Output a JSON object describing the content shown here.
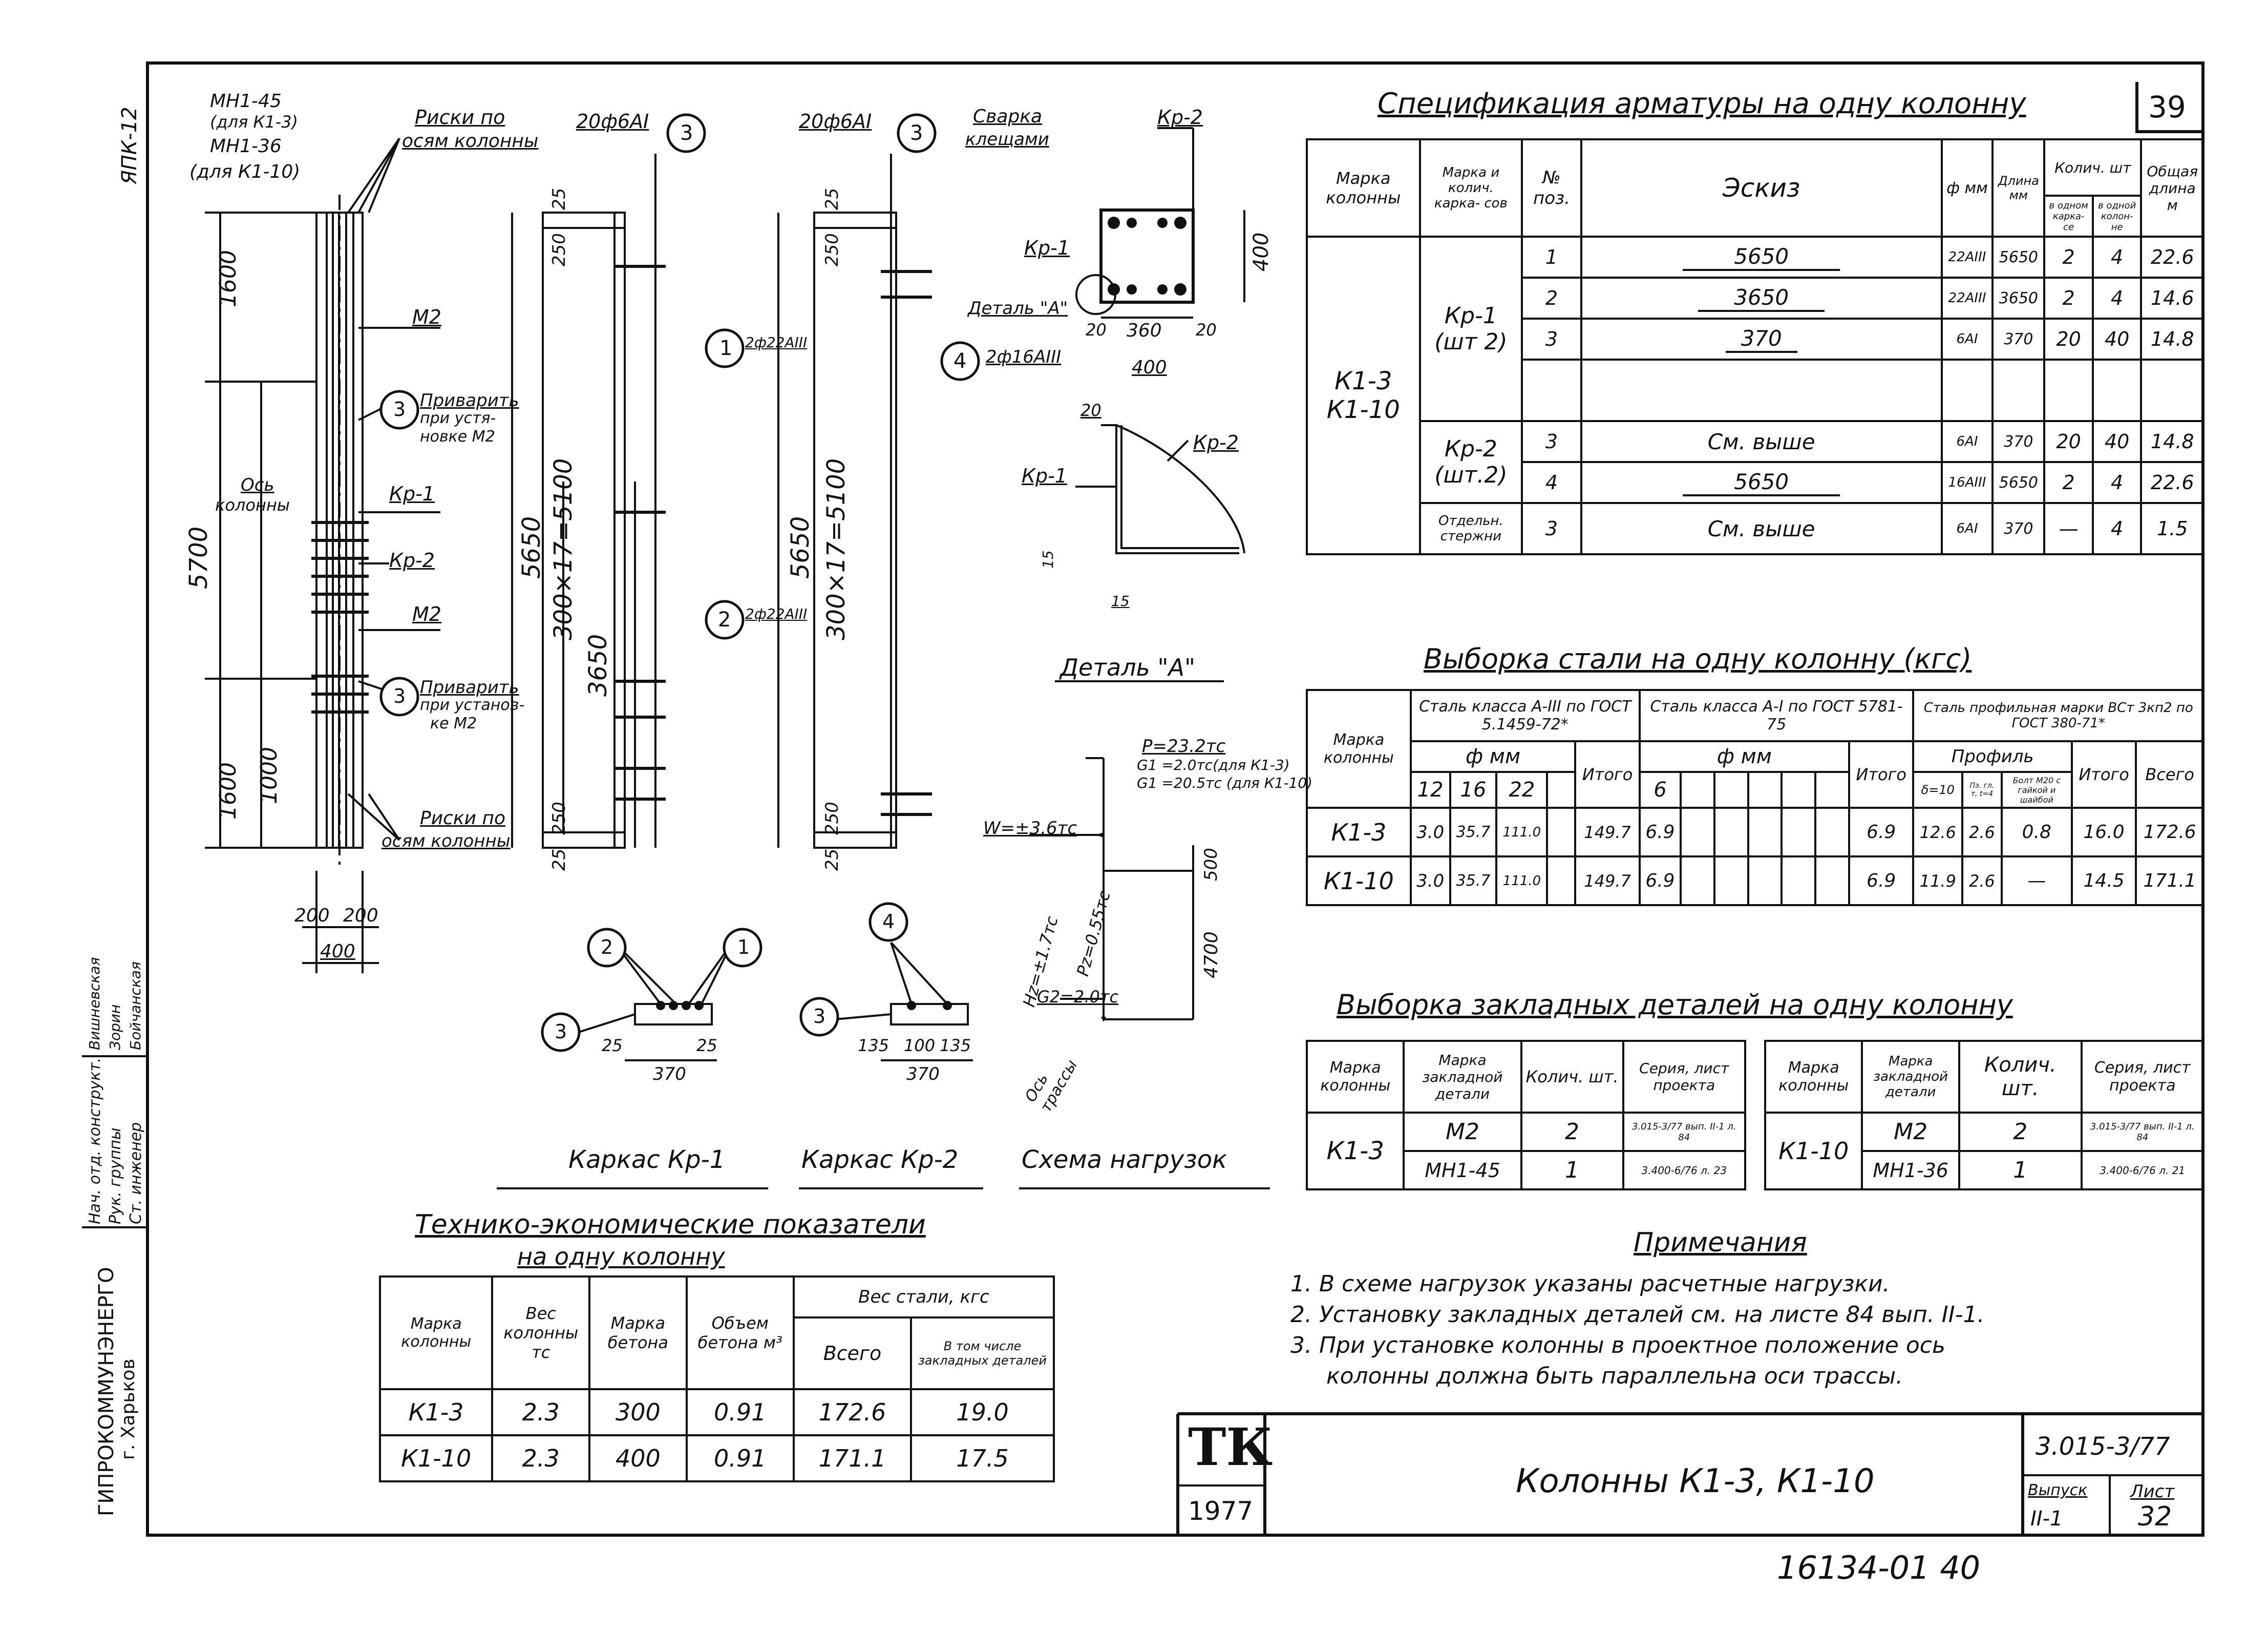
{
  "sheet_number": "39",
  "side_code": "ЯПК-12",
  "stamp": {
    "org_line1": "ГИПРОКОММУНЭНЕРГО",
    "org_line2": "г. Харьков",
    "roles": [
      "Нач. отд. конструкт.",
      "Рук. группы",
      "Ст. инженер"
    ],
    "names": [
      "Вишневская",
      "Зорин",
      "Бойчанская"
    ],
    "logo": "ТК",
    "year": "1977",
    "title": "Колонны К1-3, К1-10",
    "series": "3.015-3/77",
    "issue_label": "Выпуск",
    "issue": "II-1",
    "sheet_label": "Лист",
    "sheet": "32"
  },
  "footer_number": "16134-01 40",
  "drawing": {
    "col_labels": {
      "mn145": "МН1-45",
      "mn145_note": "(для К1-3)",
      "mn136": "МН1-36",
      "mn136_note": "(для К1-10)",
      "riski_top": "Риски по",
      "riski_top2": "осям колонны",
      "m2_a": "М2",
      "m2_b": "М2",
      "privarit1": "Приварить",
      "privarit1b": "при устя-",
      "privarit1c": "новке М2",
      "os": "Ось",
      "os2": "колонны",
      "kr1": "Кр-1",
      "kr2": "Кр-2",
      "privarit2": "Приварить",
      "privarit2b": "при установ-",
      "privarit2c": "ке М2",
      "riski_bot": "Риски по",
      "riski_bot2": "осям колонны",
      "d1600a": "1600",
      "d5700": "5700",
      "d1600b": "1600",
      "d1000": "1000",
      "d200a": "200",
      "d200b": "200",
      "d400": "400",
      "n3a": "3",
      "n3b": "3"
    },
    "kr1_view": {
      "top_label": "20ф6АI",
      "num": "3",
      "d25": "25",
      "d250": "250",
      "d5650": "5650",
      "d300x17": "300×17=5100",
      "d3650": "3650",
      "d250b": "250",
      "d25b": "25",
      "mark1": "1",
      "mark1_label": "2ф22АIII",
      "mark2": "2",
      "mark2_label": "2ф22АIII"
    },
    "kr2_view": {
      "top_label": "20ф6АI",
      "num": "3",
      "d25": "25",
      "d250": "250",
      "d5650": "5650",
      "d300x17": "300×17=5100",
      "d250b": "250",
      "d25b": "25",
      "mark4": "4",
      "mark4_label": "2ф16АIII"
    },
    "section": {
      "svarka": "Сварка",
      "svarka2": "клещами",
      "kr2": "Кр-2",
      "kr1": "Кр-1",
      "detail": "Деталь \"А\"",
      "d400v": "400",
      "d20a": "20",
      "d360": "360",
      "d20b": "20",
      "d400h": "400"
    },
    "detailA": {
      "d20": "20",
      "kr2": "Кр-2",
      "kr1": "Кр-1",
      "d15a": "15",
      "d15b": "15",
      "title": "Деталь \"А\""
    },
    "load": {
      "p": "P=23.2тс",
      "g1a": "G1 =2.0тс(для К1-3)",
      "g1b": "G1 =20.5тс (для К1-10)",
      "w": "W=±3.6тс",
      "pz": "Pz=0.55тс",
      "hz": "Hz=±1.7тс",
      "g2": "G2=2.0тс",
      "d500": "500",
      "d4700": "4700",
      "os": "Ось",
      "os2": "трассы",
      "title": "Схема нагрузок"
    },
    "cage1": {
      "n2": "2",
      "n1": "1",
      "n3": "3",
      "d25a": "25",
      "d25b": "25",
      "d370": "370",
      "title": "Каркас Кр-1"
    },
    "cage2": {
      "n4": "4",
      "n3": "3",
      "d135a": "135",
      "d100": "100",
      "d135b": "135",
      "d370": "370",
      "title": "Каркас Кр-2"
    }
  },
  "spec": {
    "title": "Спецификация арматуры на одну колонну",
    "headers": [
      "Марка колонны",
      "Марка и колич. карка- сов",
      "№ поз.",
      "Эскиз",
      "ф мм",
      "Длина мм",
      "Колич. шт",
      "Общая длина м"
    ],
    "sub_headers": [
      "в одном карка- се",
      "в одной колон- не"
    ],
    "mark": "К1-3\nК1-10",
    "groups": [
      {
        "name": "Кр-1\n(шт 2)",
        "rows": [
          {
            "pos": "1",
            "sketch": "5650",
            "d": "22АIII",
            "len": "5650",
            "n1": "2",
            "n2": "4",
            "total": "22.6"
          },
          {
            "pos": "2",
            "sketch": "3650",
            "d": "22АIII",
            "len": "3650",
            "n1": "2",
            "n2": "4",
            "total": "14.6"
          },
          {
            "pos": "3",
            "sketch": "370",
            "d": "6АI",
            "len": "370",
            "n1": "20",
            "n2": "40",
            "total": "14.8"
          }
        ]
      },
      {
        "name": "Кр-2\n(шт.2)",
        "rows": [
          {
            "pos": "3",
            "sketch": "См. выше",
            "d": "6АI",
            "len": "370",
            "n1": "20",
            "n2": "40",
            "total": "14.8"
          },
          {
            "pos": "4",
            "sketch": "5650",
            "d": "16АIII",
            "len": "5650",
            "n1": "2",
            "n2": "4",
            "total": "22.6"
          }
        ]
      },
      {
        "name": "Отдельн. стержни",
        "rows": [
          {
            "pos": "3",
            "sketch": "См. выше",
            "d": "6АI",
            "len": "370",
            "n1": "—",
            "n2": "4",
            "total": "1.5"
          }
        ]
      }
    ]
  },
  "steel": {
    "title": "Выборка стали на одну колонну (кгс)",
    "h_mark": "Марка колонны",
    "h_a3": "Сталь класса А-III по ГОСТ 5.1459-72*",
    "h_a1": "Сталь класса А-I по ГОСТ 5781-75",
    "h_prof": "Сталь профильная марки ВСт 3кп2 по ГОСТ 380-71*",
    "h_dmm": "ф мм",
    "h_profil": "Профиль",
    "h_itogo": "Итого",
    "h_vsego": "Всего",
    "cols_a3": [
      "12",
      "16",
      "22"
    ],
    "cols_a1": [
      "6"
    ],
    "h_s10": "δ=10",
    "h_bolt": "Болт М20 с гайкой и шайбой",
    "h_pz": "Пз. гл. т, t=4",
    "rows": [
      {
        "mark": "К1-3",
        "a12": "3.0",
        "a16": "35.7",
        "a22": "111.0",
        "it1": "149.7",
        "b6": "6.9",
        "it2": "6.9",
        "p1": "12.6",
        "p2": "2.6",
        "p3": "0.8",
        "it3": "16.0",
        "all": "172.6"
      },
      {
        "mark": "К1-10",
        "a12": "3.0",
        "a16": "35.7",
        "a22": "111.0",
        "it1": "149.7",
        "b6": "6.9",
        "it2": "6.9",
        "p1": "11.9",
        "p2": "2.6",
        "p3": "—",
        "it3": "14.5",
        "all": "171.1"
      }
    ]
  },
  "embed": {
    "title": "Выборка закладных деталей на одну колонну",
    "headers": [
      "Марка колонны",
      "Марка закладной детали",
      "Колич. шт.",
      "Серия, лист проекта"
    ],
    "left": {
      "mark": "К1-3",
      "rows": [
        {
          "det": "М2",
          "n": "2",
          "ser": "3.015-3/77 вып. II-1 л. 84"
        },
        {
          "det": "МН1-45",
          "n": "1",
          "ser": "3.400-6/76 л. 23"
        }
      ]
    },
    "right": {
      "mark": "К1-10",
      "rows": [
        {
          "det": "М2",
          "n": "2",
          "ser": "3.015-3/77 вып. II-1 л. 84"
        },
        {
          "det": "МН1-36",
          "n": "1",
          "ser": "3.400-6/76 л. 21"
        }
      ]
    }
  },
  "notes": {
    "title": "Примечания",
    "items": [
      "1. В схеме нагрузок указаны расчетные нагрузки.",
      "2. Установку закладных деталей см. на листе 84 вып. II-1.",
      "3. При установке колонны в проектное положение ось",
      "колонны должна быть параллельна оси трассы."
    ]
  },
  "tep": {
    "title": "Технико-экономические показатели",
    "title2": "на одну колонну",
    "headers": [
      "Марка колонны",
      "Вес колонны тс",
      "Марка бетона",
      "Объем бетона м³",
      "Вес стали, кгс",
      "Всего",
      "В том числе закладных деталей"
    ],
    "rows": [
      {
        "mark": "К1-3",
        "w": "2.3",
        "b": "300",
        "v": "0.91",
        "s": "172.6",
        "e": "19.0"
      },
      {
        "mark": "К1-10",
        "w": "2.3",
        "b": "400",
        "v": "0.91",
        "s": "171.1",
        "e": "17.5"
      }
    ]
  }
}
